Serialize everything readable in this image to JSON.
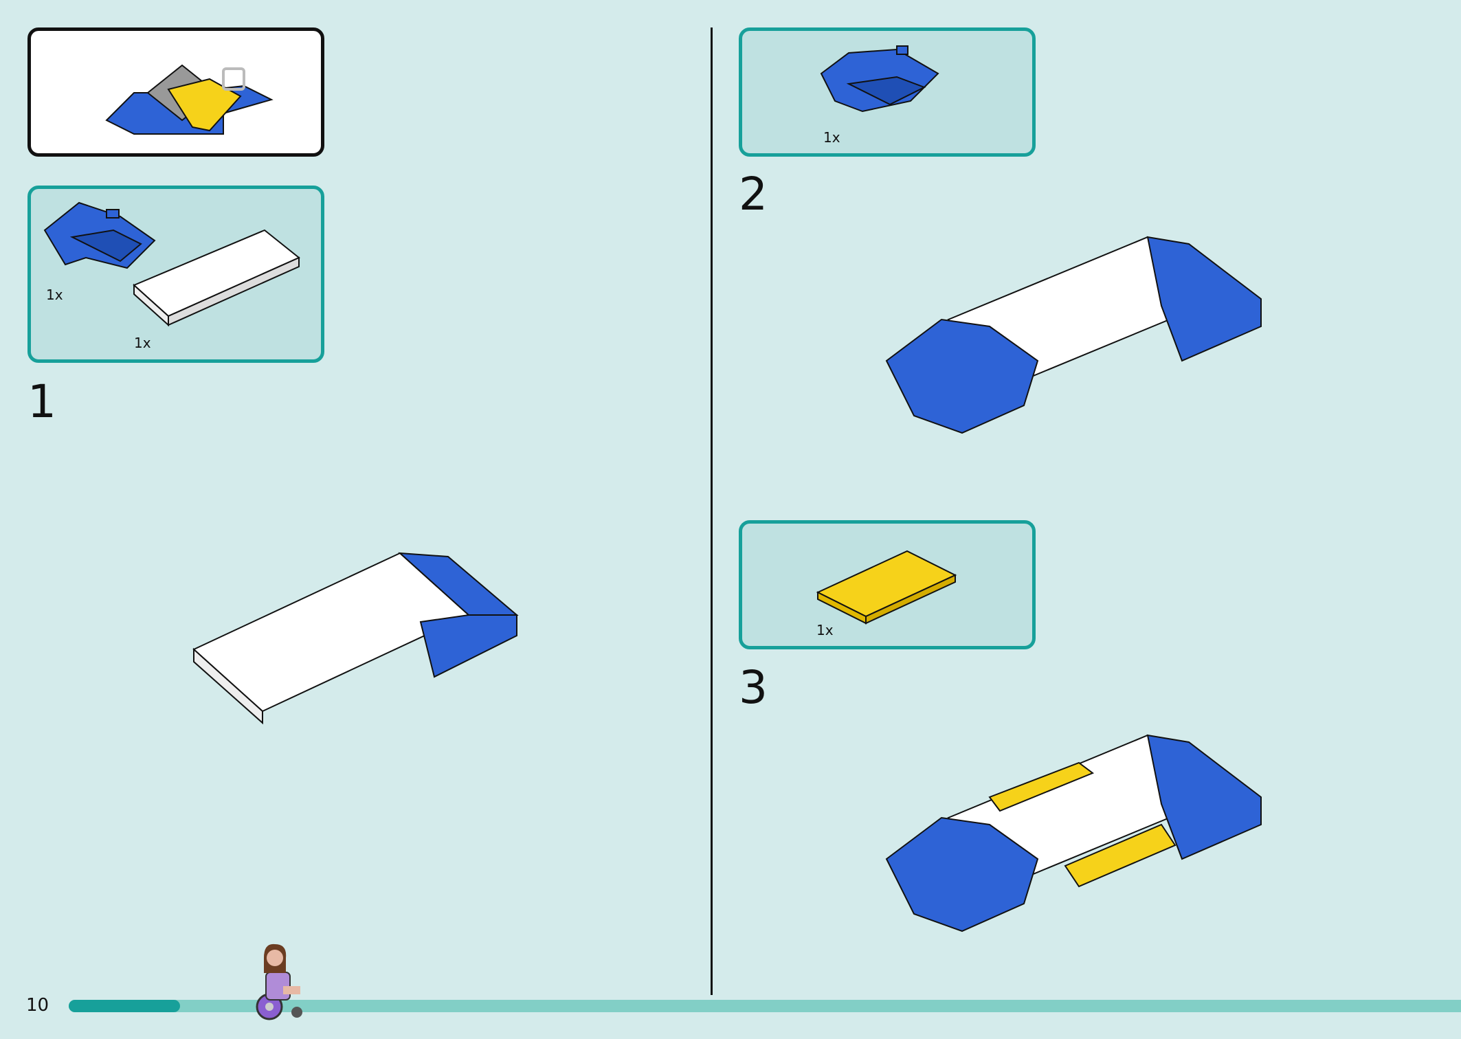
{
  "page": {
    "number": "10"
  },
  "final_model": {
    "icon": "car-model-icon"
  },
  "steps": [
    {
      "number": "1",
      "parts": [
        {
          "qty": "1x",
          "icon": "blue-slope-brick-icon"
        },
        {
          "qty": "1x",
          "icon": "white-plate-4x8-icon"
        }
      ]
    },
    {
      "number": "2",
      "parts": [
        {
          "qty": "1x",
          "icon": "blue-slope-brick-icon"
        }
      ]
    },
    {
      "number": "3",
      "parts": [
        {
          "qty": "1x",
          "icon": "yellow-plate-4x6-icon"
        }
      ]
    }
  ],
  "progress": {
    "fraction": 0.08,
    "icon": "wheelchair-minifigure-icon"
  },
  "colors": {
    "blue": "#2e63d6",
    "white": "#ffffff",
    "yellow": "#f6d21a",
    "teal": "#17a09a",
    "background": "#d4ebeb"
  }
}
